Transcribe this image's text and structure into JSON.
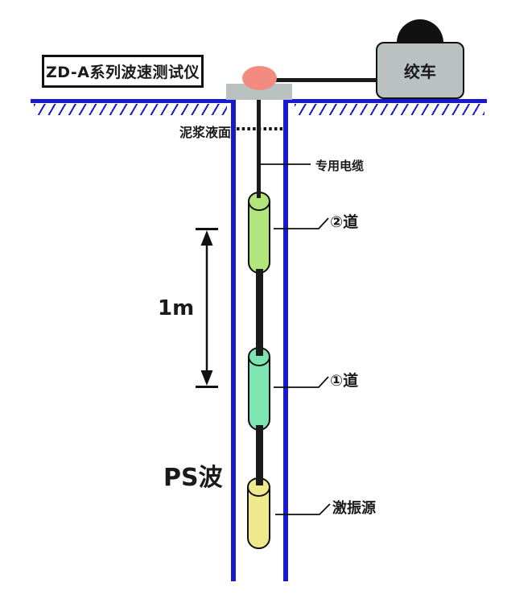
{
  "device_box": {
    "label": "ZD-A系列波速测试仪"
  },
  "winch": {
    "label": "绞车"
  },
  "annotations": {
    "mud_level": "泥浆液面",
    "cable": "专用电缆",
    "channel2": "②道",
    "channel1": "①道",
    "source": "激振源",
    "ps_wave": "PS波",
    "spacing": "1m"
  },
  "colors": {
    "borehole_blue": "#1a1acd",
    "sensor_channel2_fill": "#b2e57b",
    "sensor_channel1_fill": "#7de5b1",
    "excitation_source_fill": "#efe98d",
    "pulley_pink": "#f28b80",
    "machine_gray": "#b9c1c1",
    "line_black": "#1a1a1a"
  }
}
